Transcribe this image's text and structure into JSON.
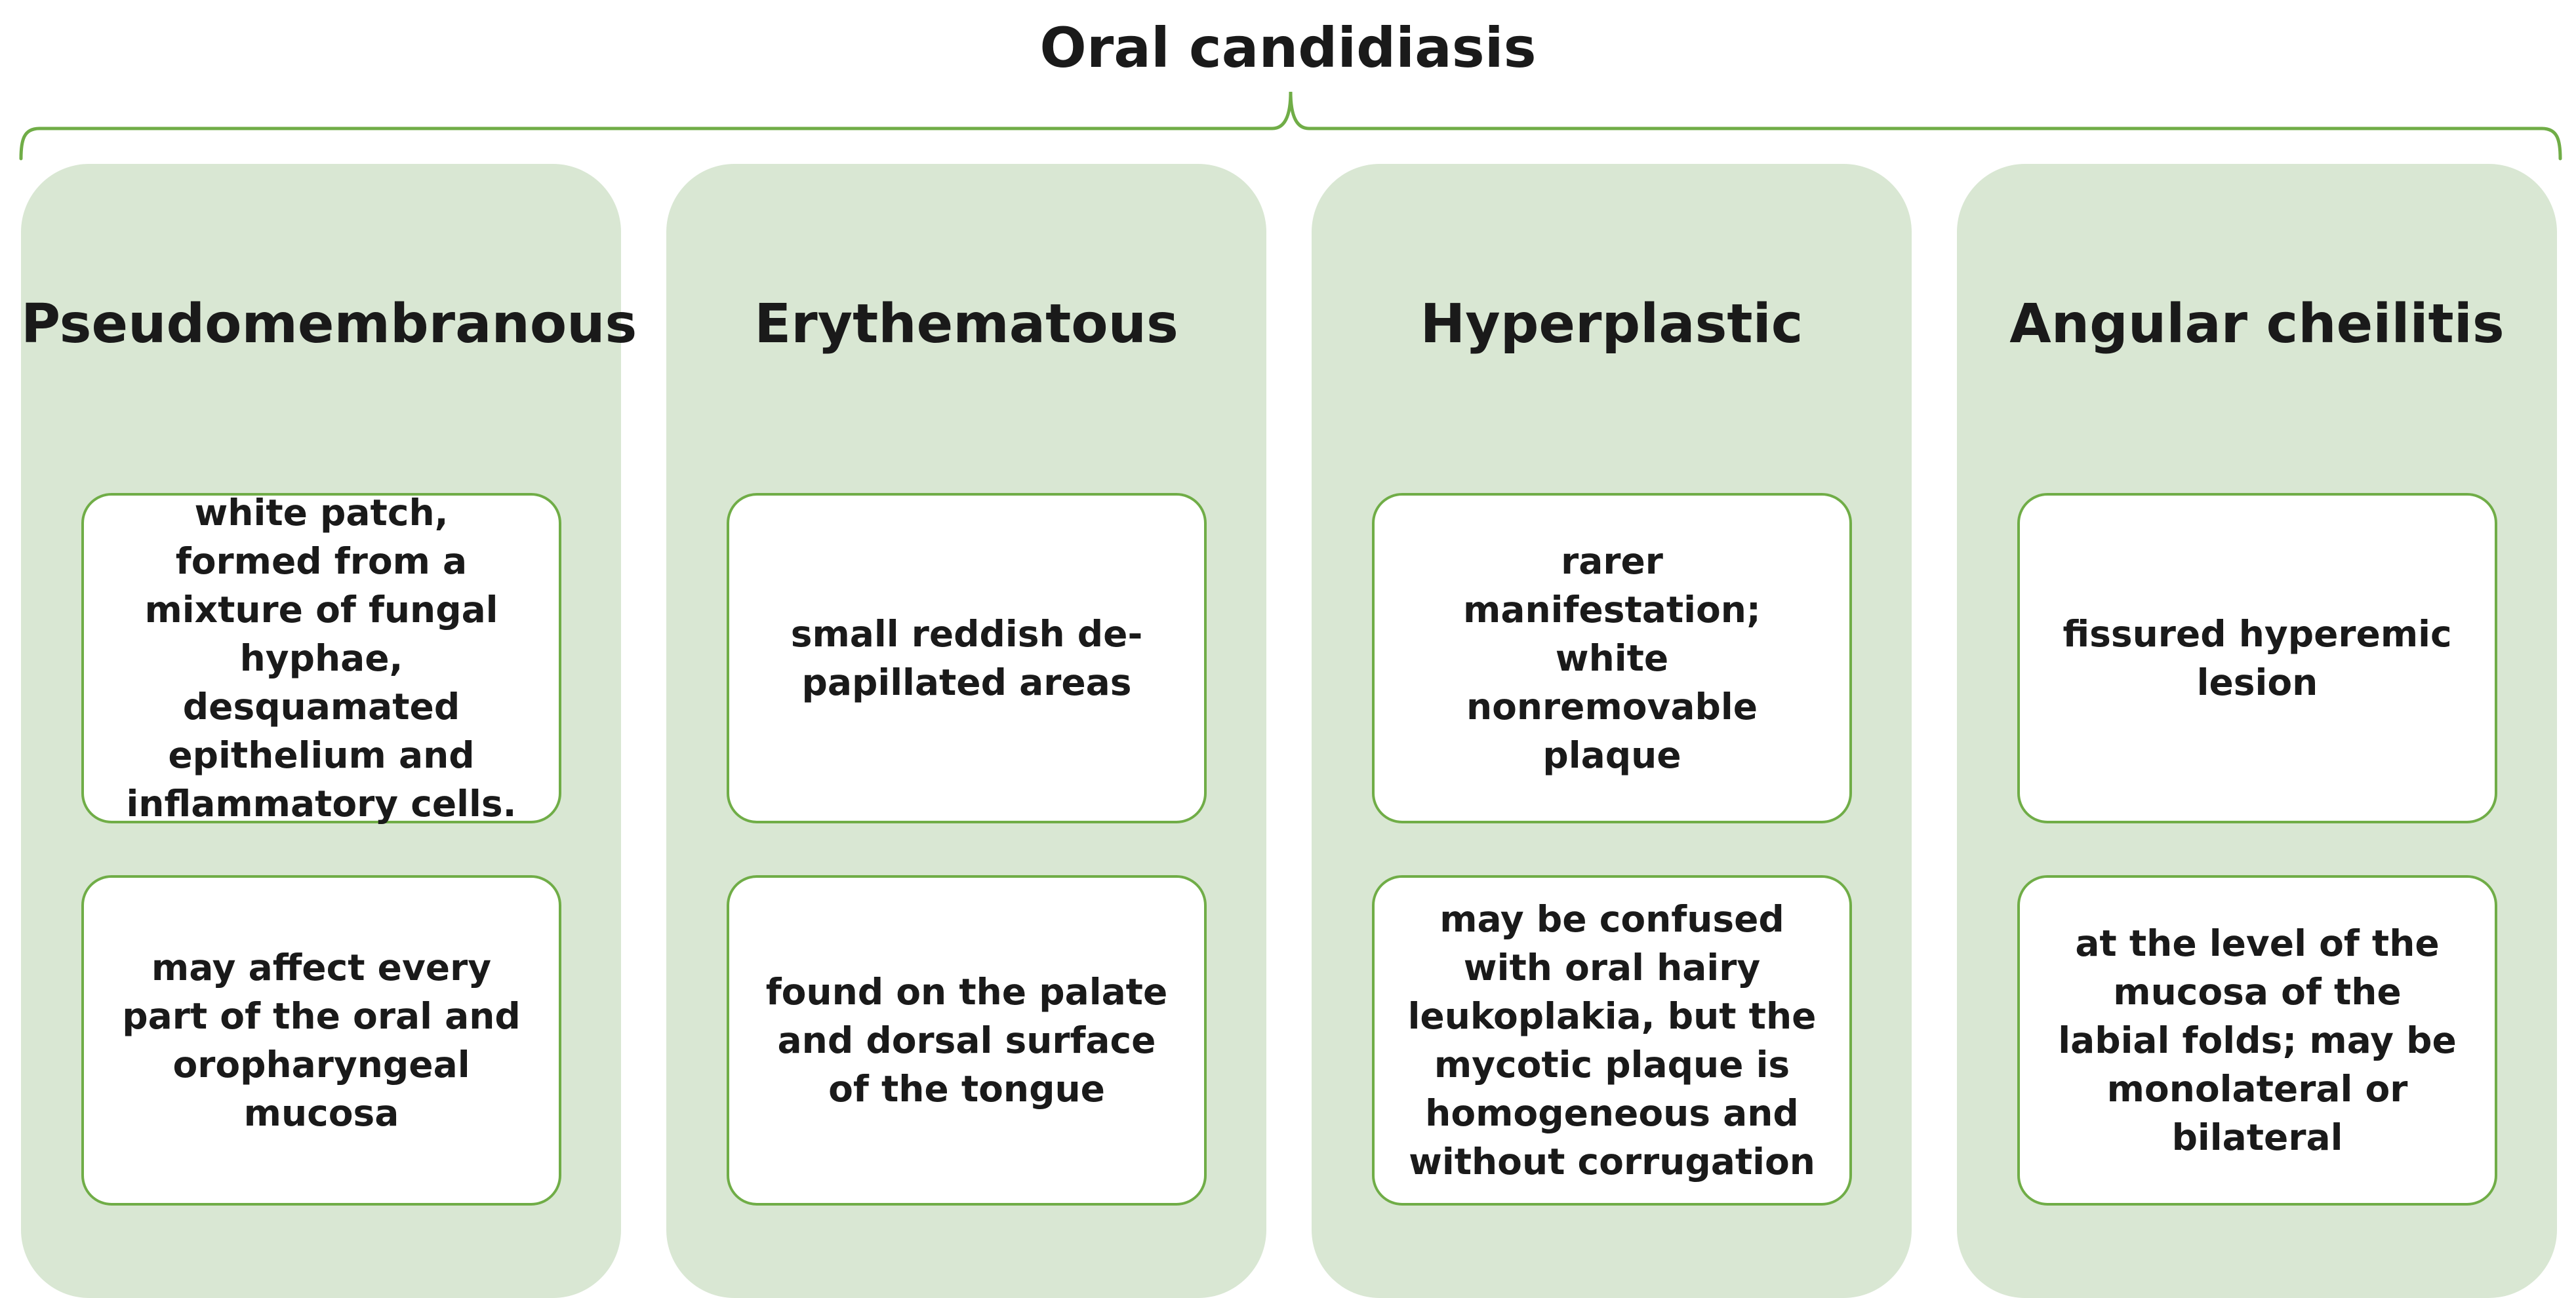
{
  "diagram": {
    "title": "Oral candidiasis",
    "colors": {
      "column_fill": "#d9e7d3",
      "card_border": "#70ad47",
      "brace_stroke": "#70ad47",
      "card_fill": "#ffffff"
    },
    "columns": [
      {
        "heading": "Pseudomembranous",
        "cards": [
          "white patch, formed from a mixture of fungal hyphae, desquamated epithelium and inflammatory cells.",
          "may affect every part of the oral and oropharyngeal mucosa"
        ]
      },
      {
        "heading": "Erythematous",
        "cards": [
          "small reddish de-papillated areas",
          "found on the palate and dorsal surface of the tongue"
        ]
      },
      {
        "heading": "Hyperplastic",
        "cards": [
          "rarer manifestation; white nonremovable plaque",
          "may be confused with oral hairy leukoplakia, but the mycotic plaque is homogeneous and without corrugation"
        ]
      },
      {
        "heading": "Angular cheilitis",
        "cards": [
          "fissured hyperemic lesion",
          "at the level of the mucosa of the labial folds; may be monolateral or bilateral"
        ]
      }
    ]
  }
}
